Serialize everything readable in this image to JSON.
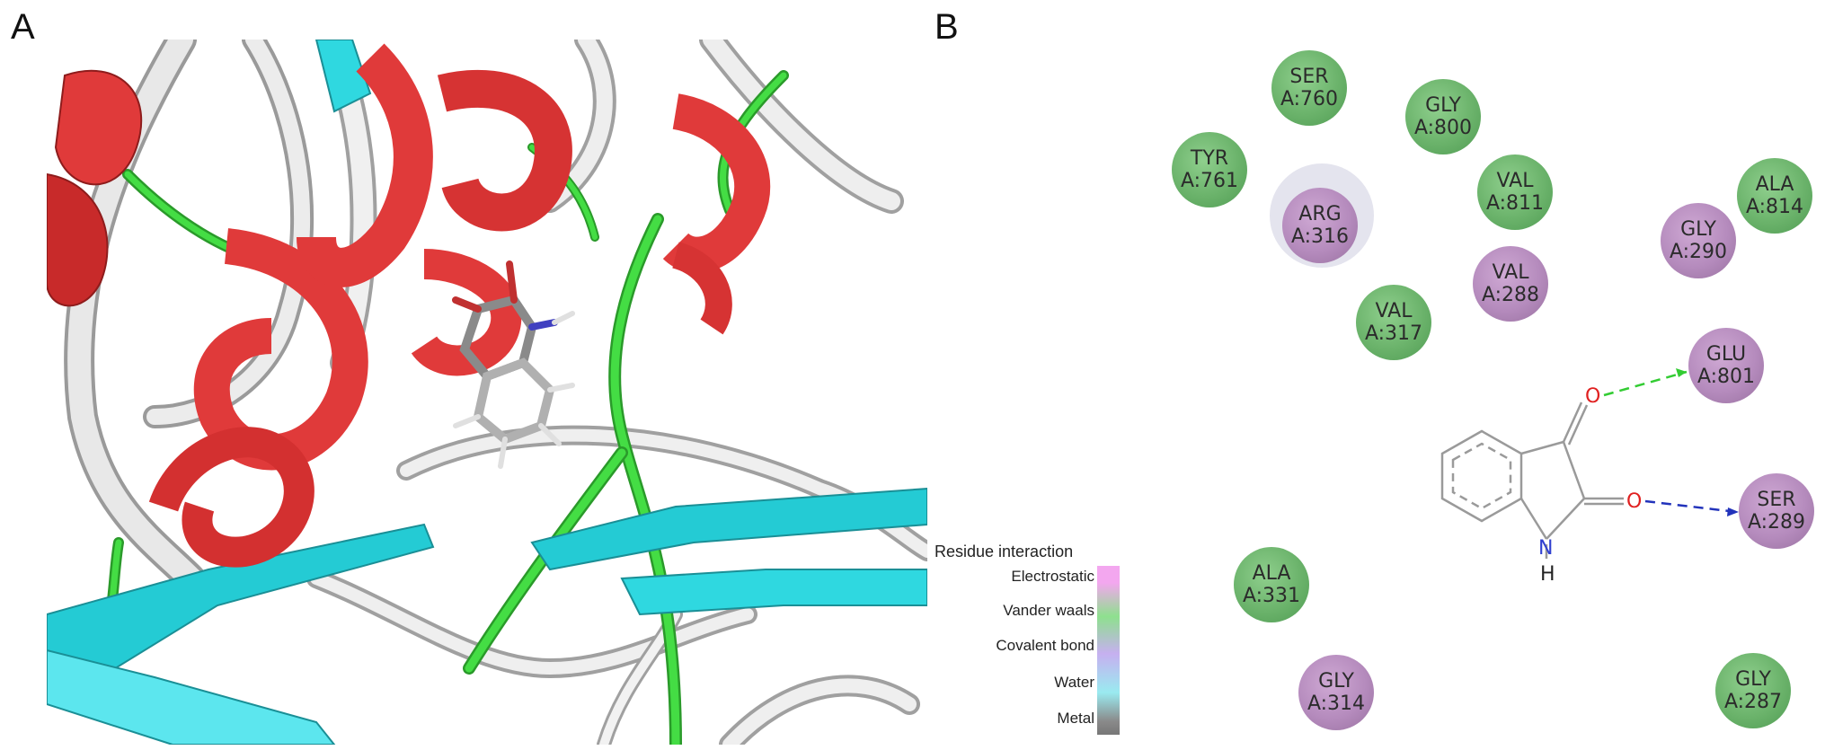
{
  "panels": {
    "a_label": "A",
    "b_label": "B"
  },
  "residues": [
    {
      "name": "SER",
      "id": "A:760",
      "type": "vdw"
    },
    {
      "name": "GLY",
      "id": "A:800",
      "type": "vdw"
    },
    {
      "name": "TYR",
      "id": "A:761",
      "type": "vdw"
    },
    {
      "name": "ARG",
      "id": "A:316",
      "type": "pi"
    },
    {
      "name": "VAL",
      "id": "A:811",
      "type": "vdw"
    },
    {
      "name": "ALA",
      "id": "A:814",
      "type": "vdw"
    },
    {
      "name": "GLY",
      "id": "A:290",
      "type": "pi"
    },
    {
      "name": "VAL",
      "id": "A:288",
      "type": "pi"
    },
    {
      "name": "VAL",
      "id": "A:317",
      "type": "vdw"
    },
    {
      "name": "GLU",
      "id": "A:801",
      "type": "pi"
    },
    {
      "name": "SER",
      "id": "A:289",
      "type": "pi"
    },
    {
      "name": "ALA",
      "id": "A:331",
      "type": "vdw"
    },
    {
      "name": "GLY",
      "id": "A:314",
      "type": "pi"
    },
    {
      "name": "GLY",
      "id": "A:287",
      "type": "vdw"
    }
  ],
  "ligand_atoms": {
    "oxygen_top": "O",
    "oxygen_right": "O",
    "nitrogen": "N",
    "hydrogen": "H"
  },
  "legend": {
    "title": "Residue interaction",
    "entries": [
      "Electrostatic",
      "Vander waals",
      "Covalent bond",
      "Water",
      "Metal"
    ]
  },
  "colors": {
    "vdw_residue": "#6bb36b",
    "pi_residue": "#b58bbd",
    "helix": "#e03a3a",
    "coil": "#d8d8d8",
    "turn": "#33cc33",
    "strand": "#2fd8e0",
    "hbond_conventional": "#33cc33",
    "hbond_carbon": "#2233bb",
    "oxygen": "#e02020",
    "nitrogen": "#3040d0"
  }
}
